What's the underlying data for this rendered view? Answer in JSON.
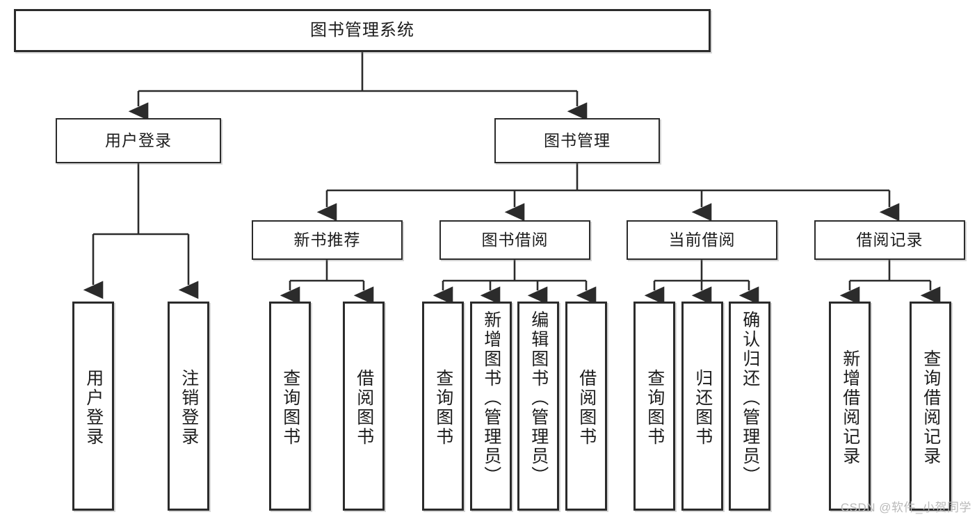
{
  "diagram": {
    "type": "tree-hierarchy",
    "title": "图书管理系统",
    "background_color": "#ffffff",
    "box_border_color": "#2b2b2b",
    "connector_color": "#2b2b2b",
    "text_color": "#1c1c1c"
  },
  "nodes": {
    "root": {
      "label": "图书管理系统"
    },
    "level2": [
      {
        "label": "用户登录"
      },
      {
        "label": "图书管理"
      }
    ],
    "level3": [
      {
        "label": "新书推荐"
      },
      {
        "label": "图书借阅"
      },
      {
        "label": "当前借阅"
      },
      {
        "label": "借阅记录"
      }
    ],
    "leaves": {
      "user_login": [
        {
          "label": "用户登录"
        },
        {
          "label": "注销登录"
        }
      ],
      "new_book_recommend": [
        {
          "label": "查询图书"
        },
        {
          "label": "借阅图书"
        }
      ],
      "book_borrow": [
        {
          "label": "查询图书"
        },
        {
          "label": "新增图书（管理员）"
        },
        {
          "label": "编辑图书（管理员）"
        },
        {
          "label": "借阅图书"
        }
      ],
      "current_borrow": [
        {
          "label": "查询图书"
        },
        {
          "label": "归还图书"
        },
        {
          "label": "确认归还（管理员）"
        }
      ],
      "borrow_records": [
        {
          "label": "新增借阅记录"
        },
        {
          "label": "查询借阅记录"
        }
      ]
    }
  },
  "watermark": {
    "text": "CSDN @软件_小贺同学"
  }
}
